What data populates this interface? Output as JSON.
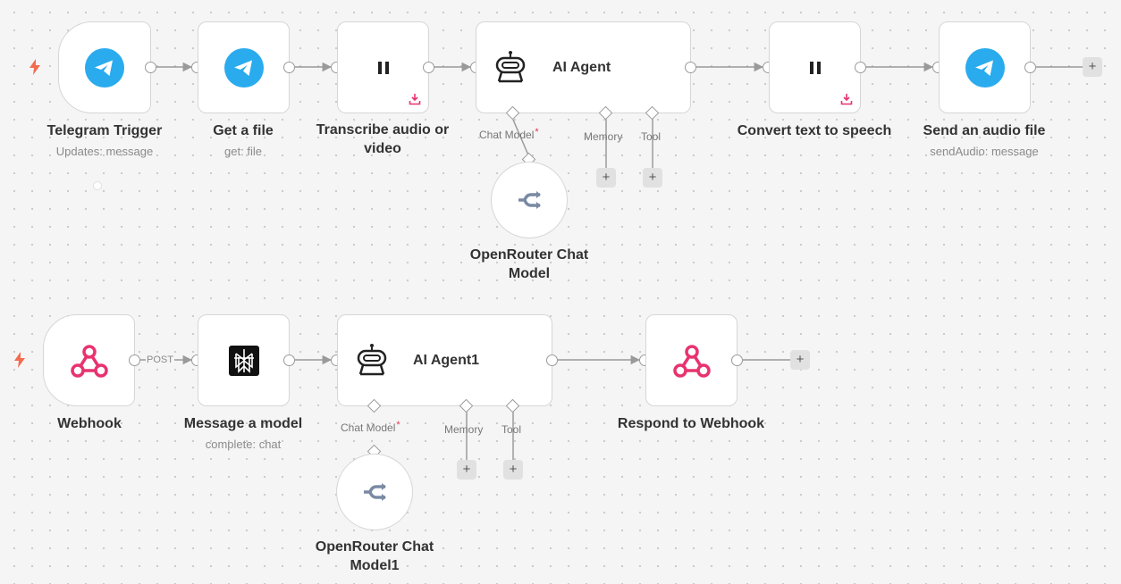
{
  "colors": {
    "telegram": "#2aabee",
    "webhook": "#e8336f",
    "trigger_bolt": "#f36c4f",
    "download": "#e8336f",
    "openrouter": "#7a8aa3",
    "edge": "#9a9a9a"
  },
  "workflow_top": {
    "telegram_trigger": {
      "title": "Telegram Trigger",
      "sub": "Updates: message",
      "icon": "telegram-icon"
    },
    "get_file": {
      "title": "Get a file",
      "sub": "get: file",
      "icon": "telegram-icon"
    },
    "transcribe": {
      "title": "Transcribe audio or video",
      "icon": "pause-icon"
    },
    "ai_agent": {
      "title": "AI Agent",
      "chat_model_label": "Chat Model",
      "required_mark": "*",
      "memory_label": "Memory",
      "tool_label": "Tool"
    },
    "tts": {
      "title": "Convert text to speech",
      "icon": "pause-icon"
    },
    "send_audio": {
      "title": "Send an audio file",
      "sub": "sendAudio: message",
      "icon": "telegram-icon"
    },
    "openrouter": {
      "title": "OpenRouter Chat Model"
    }
  },
  "workflow_bottom": {
    "webhook": {
      "title": "Webhook",
      "edge_label": "POST",
      "icon": "webhook-icon"
    },
    "message_model": {
      "title": "Message a model",
      "sub": "complete: chat",
      "icon": "perplexity-icon"
    },
    "ai_agent": {
      "title": "AI Agent1",
      "chat_model_label": "Chat Model",
      "required_mark": "*",
      "memory_label": "Memory",
      "tool_label": "Tool"
    },
    "respond": {
      "title": "Respond to Webhook",
      "icon": "webhook-icon"
    },
    "openrouter": {
      "title": "OpenRouter Chat Model1"
    }
  },
  "ui": {
    "plus": "+"
  }
}
